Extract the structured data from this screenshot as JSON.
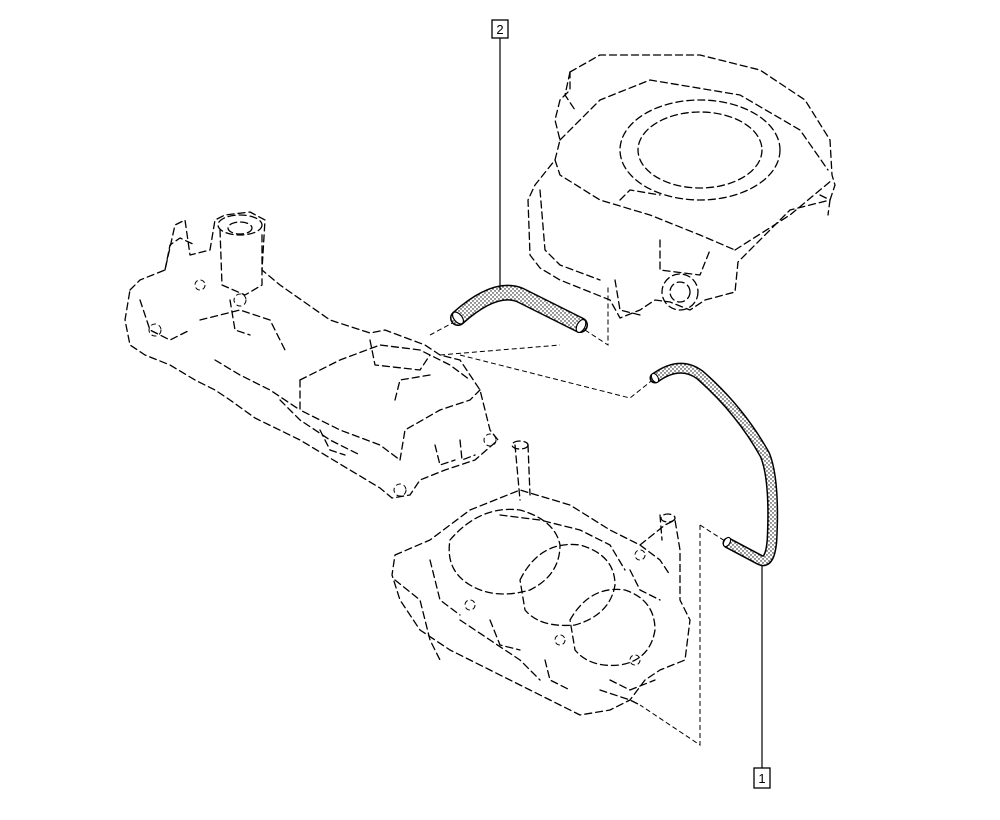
{
  "diagram": {
    "callouts": [
      {
        "id": "callout-1",
        "label": "1"
      },
      {
        "id": "callout-2",
        "label": "2"
      }
    ],
    "parts": [
      {
        "name": "oil-vapour-rebreathing-hose-long",
        "callout": "1"
      },
      {
        "name": "oil-vapour-rebreathing-hose-short",
        "callout": "2"
      }
    ],
    "colors": {
      "line": "#000000",
      "hose_fill": "#d9d9d9",
      "background": "#ffffff"
    }
  }
}
